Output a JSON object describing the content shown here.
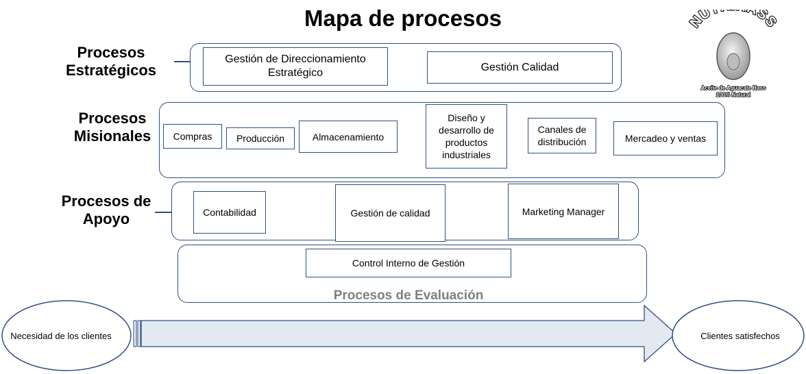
{
  "title": "Mapa de procesos",
  "logo": {
    "brand": "NUTRIHASS",
    "tagline_1": "Aceite de Aguacate Hass",
    "tagline_2": "100% Natural"
  },
  "strategic": {
    "label_1": "Procesos",
    "label_2": "Estratégicos",
    "items": [
      "Gestión de Direccionamiento Estratégico",
      "Gestión Calidad"
    ]
  },
  "missional": {
    "label_1": "Procesos",
    "label_2": "Misionales",
    "items": [
      "Compras",
      "Producción",
      "Almacenamiento",
      "Diseño y desarrollo de productos industriales",
      "Canales de distribución",
      "Mercadeo y ventas"
    ]
  },
  "support": {
    "label_1": "Procesos de",
    "label_2": "Apoyo",
    "items": [
      "Contabilidad",
      "Gestión de calidad",
      "Marketing Manager"
    ]
  },
  "evaluation": {
    "label": "Procesos de Evaluación",
    "items": [
      "Control Interno de Gestión"
    ]
  },
  "flow": {
    "input": "Necesidad de los clientes",
    "output": "Clientes satisfechos"
  },
  "colors": {
    "border": "#2f4f7f",
    "arrow_fill": "#e3e9f1",
    "eval_label": "#7f7f7f"
  }
}
